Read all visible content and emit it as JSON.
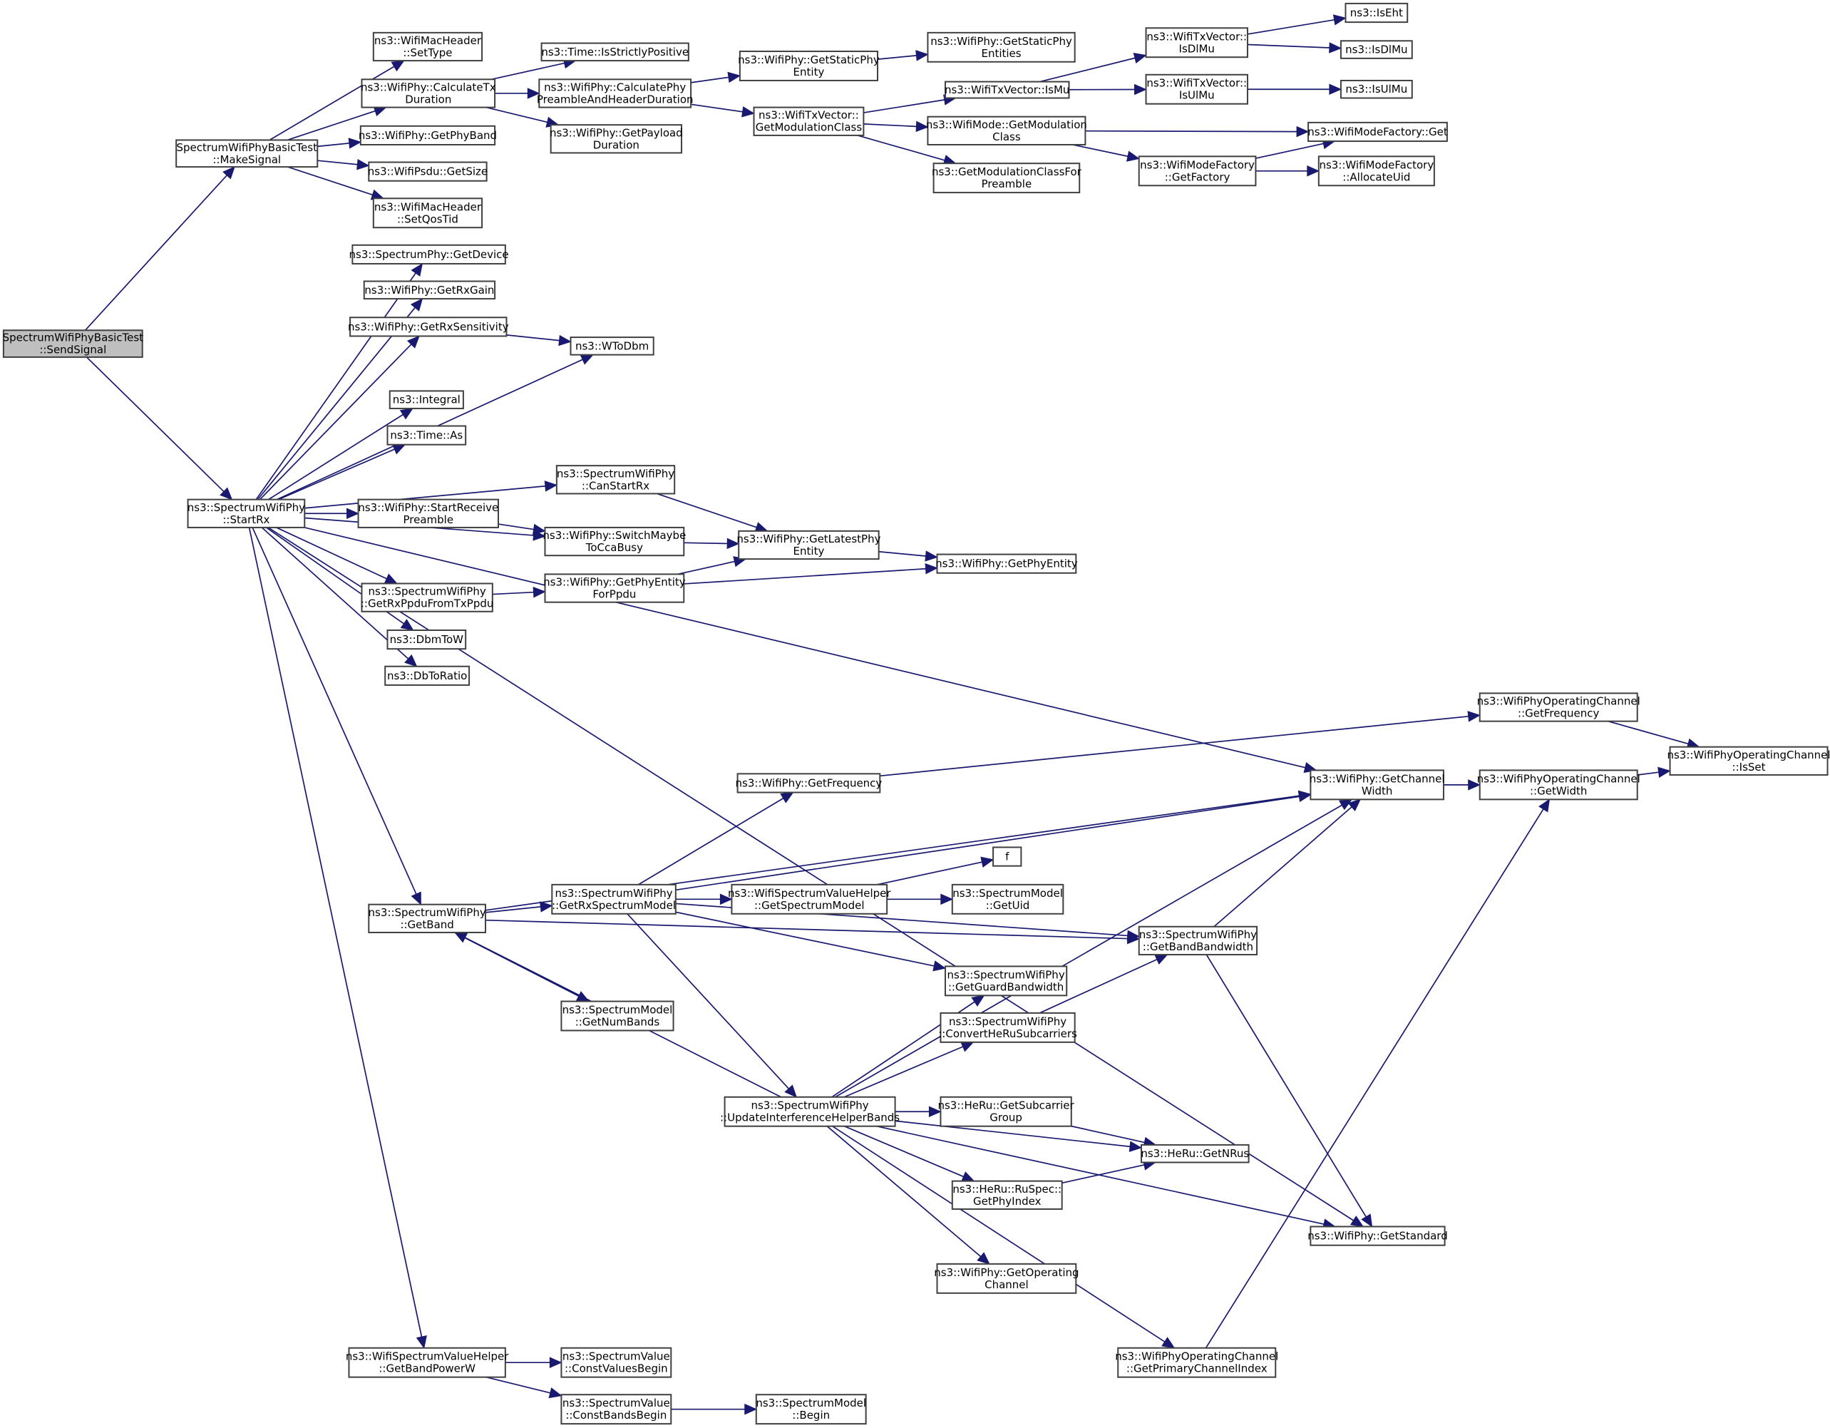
{
  "diagram": {
    "type": "call-graph",
    "root": "sendSignal",
    "colors": {
      "edge": "#191970",
      "node_border": "#404040",
      "node_fill": "#ffffff",
      "root_fill": "#bfbfbf"
    },
    "nodes": [
      {
        "id": "sendSignal",
        "lines": [
          "SpectrumWifiPhyBasicTest",
          "::SendSignal"
        ]
      },
      {
        "id": "makeSignal",
        "lines": [
          "SpectrumWifiPhyBasicTest",
          "::MakeSignal"
        ]
      },
      {
        "id": "setType",
        "lines": [
          "ns3::WifiMacHeader",
          "::SetType"
        ]
      },
      {
        "id": "calcTxDur",
        "lines": [
          "ns3::WifiPhy::CalculateTx",
          "Duration"
        ]
      },
      {
        "id": "getPhyBand",
        "lines": [
          "ns3::WifiPhy::GetPhyBand"
        ]
      },
      {
        "id": "psduGetSize",
        "lines": [
          "ns3::WifiPsdu::GetSize"
        ]
      },
      {
        "id": "setQosTid",
        "lines": [
          "ns3::WifiMacHeader",
          "::SetQosTid"
        ]
      },
      {
        "id": "isStrictlyPos",
        "lines": [
          "ns3::Time::IsStrictlyPositive"
        ]
      },
      {
        "id": "calcPhyPreamble",
        "lines": [
          "ns3::WifiPhy::CalculatePhy",
          "PreambleAndHeaderDuration"
        ]
      },
      {
        "id": "getPayloadDur",
        "lines": [
          "ns3::WifiPhy::GetPayload",
          "Duration"
        ]
      },
      {
        "id": "getStaticPhyEntity",
        "lines": [
          "ns3::WifiPhy::GetStaticPhy",
          "Entity"
        ]
      },
      {
        "id": "txvGetModClass",
        "lines": [
          "ns3::WifiTxVector::",
          "GetModulationClass"
        ]
      },
      {
        "id": "getStaticPhyEntities",
        "lines": [
          "ns3::WifiPhy::GetStaticPhy",
          "Entities"
        ]
      },
      {
        "id": "txvIsMu",
        "lines": [
          "ns3::WifiTxVector::IsMu"
        ]
      },
      {
        "id": "modeGetModClass",
        "lines": [
          "ns3::WifiMode::GetModulation",
          "Class"
        ]
      },
      {
        "id": "getModClassForPreamble",
        "lines": [
          "ns3::GetModulationClassFor",
          "Preamble"
        ]
      },
      {
        "id": "txvIsDlMu",
        "lines": [
          "ns3::WifiTxVector::",
          "IsDlMu"
        ]
      },
      {
        "id": "txvIsUlMu",
        "lines": [
          "ns3::WifiTxVector::",
          "IsUlMu"
        ]
      },
      {
        "id": "getFactory",
        "lines": [
          "ns3::WifiModeFactory",
          "::GetFactory"
        ]
      },
      {
        "id": "isEht",
        "lines": [
          "ns3::IsEht"
        ]
      },
      {
        "id": "isDlMu",
        "lines": [
          "ns3::IsDlMu"
        ]
      },
      {
        "id": "isUlMu",
        "lines": [
          "ns3::IsUlMu"
        ]
      },
      {
        "id": "factoryGet",
        "lines": [
          "ns3::WifiModeFactory::Get"
        ]
      },
      {
        "id": "allocateUid",
        "lines": [
          "ns3::WifiModeFactory",
          "::AllocateUid"
        ]
      },
      {
        "id": "startRx",
        "lines": [
          "ns3::SpectrumWifiPhy",
          "::StartRx"
        ]
      },
      {
        "id": "getDevice",
        "lines": [
          "ns3::SpectrumPhy::GetDevice"
        ]
      },
      {
        "id": "getRxGain",
        "lines": [
          "ns3::WifiPhy::GetRxGain"
        ]
      },
      {
        "id": "getRxSens",
        "lines": [
          "ns3::WifiPhy::GetRxSensitivity"
        ]
      },
      {
        "id": "wToDbm",
        "lines": [
          "ns3::WToDbm"
        ]
      },
      {
        "id": "integral",
        "lines": [
          "ns3::Integral"
        ]
      },
      {
        "id": "timeAs",
        "lines": [
          "ns3::Time::As"
        ]
      },
      {
        "id": "canStartRx",
        "lines": [
          "ns3::SpectrumWifiPhy",
          "::CanStartRx"
        ]
      },
      {
        "id": "startRecvPreamble",
        "lines": [
          "ns3::WifiPhy::StartReceive",
          "Preamble"
        ]
      },
      {
        "id": "switchMaybeCca",
        "lines": [
          "ns3::WifiPhy::SwitchMaybe",
          "ToCcaBusy"
        ]
      },
      {
        "id": "getLatestPhyEntity",
        "lines": [
          "ns3::WifiPhy::GetLatestPhy",
          "Entity"
        ]
      },
      {
        "id": "getPhyEntity",
        "lines": [
          "ns3::WifiPhy::GetPhyEntity"
        ]
      },
      {
        "id": "getRxPpdu",
        "lines": [
          "ns3::SpectrumWifiPhy",
          "::GetRxPpduFromTxPpdu"
        ]
      },
      {
        "id": "getPhyEntityForPpdu",
        "lines": [
          "ns3::WifiPhy::GetPhyEntity",
          "ForPpdu"
        ]
      },
      {
        "id": "dbmToW",
        "lines": [
          "ns3::DbmToW"
        ]
      },
      {
        "id": "dbToRatio",
        "lines": [
          "ns3::DbToRatio"
        ]
      },
      {
        "id": "opGetFrequency",
        "lines": [
          "ns3::WifiPhyOperatingChannel",
          "::GetFrequency"
        ]
      },
      {
        "id": "opIsSet",
        "lines": [
          "ns3::WifiPhyOperatingChannel",
          "::IsSet"
        ]
      },
      {
        "id": "phyGetFrequency",
        "lines": [
          "ns3::WifiPhy::GetFrequency"
        ]
      },
      {
        "id": "getChannelWidth",
        "lines": [
          "ns3::WifiPhy::GetChannel",
          "Width"
        ]
      },
      {
        "id": "opGetWidth",
        "lines": [
          "ns3::WifiPhyOperatingChannel",
          "::GetWidth"
        ]
      },
      {
        "id": "fNode",
        "lines": [
          "f"
        ]
      },
      {
        "id": "getBand",
        "lines": [
          "ns3::SpectrumWifiPhy",
          "::GetBand"
        ]
      },
      {
        "id": "getRxSpecModel",
        "lines": [
          "ns3::SpectrumWifiPhy",
          "::GetRxSpectrumModel"
        ]
      },
      {
        "id": "wsvhGetSpecModel",
        "lines": [
          "ns3::WifiSpectrumValueHelper",
          "::GetSpectrumModel"
        ]
      },
      {
        "id": "smGetUid",
        "lines": [
          "ns3::SpectrumModel",
          "::GetUid"
        ]
      },
      {
        "id": "getBandBandwidth",
        "lines": [
          "ns3::SpectrumWifiPhy",
          "::GetBandBandwidth"
        ]
      },
      {
        "id": "getGuardBandwidth",
        "lines": [
          "ns3::SpectrumWifiPhy",
          "::GetGuardBandwidth"
        ]
      },
      {
        "id": "smGetNumBands",
        "lines": [
          "ns3::SpectrumModel",
          "::GetNumBands"
        ]
      },
      {
        "id": "convertHeRu",
        "lines": [
          "ns3::SpectrumWifiPhy",
          "::ConvertHeRuSubcarriers"
        ]
      },
      {
        "id": "updateIHB",
        "lines": [
          "ns3::SpectrumWifiPhy",
          "::UpdateInterferenceHelperBands"
        ]
      },
      {
        "id": "getSubcarrierGroup",
        "lines": [
          "ns3::HeRu::GetSubcarrier",
          "Group"
        ]
      },
      {
        "id": "getNRus",
        "lines": [
          "ns3::HeRu::GetNRus"
        ]
      },
      {
        "id": "getPhyIndex",
        "lines": [
          "ns3::HeRu::RuSpec::",
          "GetPhyIndex"
        ]
      },
      {
        "id": "getStandard",
        "lines": [
          "ns3::WifiPhy::GetStandard"
        ]
      },
      {
        "id": "getOperatingChannel",
        "lines": [
          "ns3::WifiPhy::GetOperating",
          "Channel"
        ]
      },
      {
        "id": "getPrimaryChIdx",
        "lines": [
          "ns3::WifiPhyOperatingChannel",
          "::GetPrimaryChannelIndex"
        ]
      },
      {
        "id": "getBandPowerW",
        "lines": [
          "ns3::WifiSpectrumValueHelper",
          "::GetBandPowerW"
        ]
      },
      {
        "id": "constValuesBegin",
        "lines": [
          "ns3::SpectrumValue",
          "::ConstValuesBegin"
        ]
      },
      {
        "id": "constBandsBegin",
        "lines": [
          "ns3::SpectrumValue",
          "::ConstBandsBegin"
        ]
      },
      {
        "id": "smBegin",
        "lines": [
          "ns3::SpectrumModel",
          "::Begin"
        ]
      }
    ],
    "edges": [
      [
        "sendSignal",
        "makeSignal"
      ],
      [
        "sendSignal",
        "startRx"
      ],
      [
        "makeSignal",
        "setType"
      ],
      [
        "makeSignal",
        "calcTxDur"
      ],
      [
        "makeSignal",
        "getPhyBand"
      ],
      [
        "makeSignal",
        "psduGetSize"
      ],
      [
        "makeSignal",
        "setQosTid"
      ],
      [
        "calcTxDur",
        "isStrictlyPos"
      ],
      [
        "calcTxDur",
        "calcPhyPreamble"
      ],
      [
        "calcTxDur",
        "getPayloadDur"
      ],
      [
        "calcPhyPreamble",
        "getStaticPhyEntity"
      ],
      [
        "calcPhyPreamble",
        "txvGetModClass"
      ],
      [
        "getStaticPhyEntity",
        "getStaticPhyEntities"
      ],
      [
        "txvGetModClass",
        "txvIsMu"
      ],
      [
        "txvGetModClass",
        "modeGetModClass"
      ],
      [
        "txvGetModClass",
        "getModClassForPreamble"
      ],
      [
        "txvIsMu",
        "txvIsDlMu"
      ],
      [
        "txvIsMu",
        "txvIsUlMu"
      ],
      [
        "txvIsDlMu",
        "isEht"
      ],
      [
        "txvIsDlMu",
        "isDlMu"
      ],
      [
        "txvIsUlMu",
        "isUlMu"
      ],
      [
        "modeGetModClass",
        "factoryGet"
      ],
      [
        "modeGetModClass",
        "getFactory"
      ],
      [
        "getFactory",
        "factoryGet"
      ],
      [
        "getFactory",
        "allocateUid"
      ],
      [
        "startRx",
        "getDevice"
      ],
      [
        "startRx",
        "getRxGain"
      ],
      [
        "startRx",
        "getRxSens"
      ],
      [
        "startRx",
        "wToDbm"
      ],
      [
        "startRx",
        "integral"
      ],
      [
        "startRx",
        "timeAs"
      ],
      [
        "startRx",
        "canStartRx"
      ],
      [
        "startRx",
        "startRecvPreamble"
      ],
      [
        "startRx",
        "switchMaybeCca"
      ],
      [
        "startRx",
        "getRxPpdu"
      ],
      [
        "startRx",
        "dbmToW"
      ],
      [
        "startRx",
        "dbToRatio"
      ],
      [
        "startRx",
        "getChannelWidth"
      ],
      [
        "startRx",
        "getBand"
      ],
      [
        "startRx",
        "getStandard"
      ],
      [
        "startRx",
        "getBandPowerW"
      ],
      [
        "getRxSens",
        "wToDbm"
      ],
      [
        "canStartRx",
        "getLatestPhyEntity"
      ],
      [
        "startRecvPreamble",
        "switchMaybeCca"
      ],
      [
        "switchMaybeCca",
        "getLatestPhyEntity"
      ],
      [
        "getLatestPhyEntity",
        "getPhyEntity"
      ],
      [
        "getRxPpdu",
        "getPhyEntityForPpdu"
      ],
      [
        "getPhyEntityForPpdu",
        "getLatestPhyEntity"
      ],
      [
        "getPhyEntityForPpdu",
        "getPhyEntity"
      ],
      [
        "opGetFrequency",
        "opIsSet"
      ],
      [
        "opGetWidth",
        "opIsSet"
      ],
      [
        "getChannelWidth",
        "opGetWidth"
      ],
      [
        "phyGetFrequency",
        "opGetFrequency"
      ],
      [
        "getBand",
        "getChannelWidth"
      ],
      [
        "getBand",
        "getRxSpecModel"
      ],
      [
        "getBand",
        "getBandBandwidth"
      ],
      [
        "getBand",
        "smGetNumBands"
      ],
      [
        "getRxSpecModel",
        "phyGetFrequency"
      ],
      [
        "getRxSpecModel",
        "getChannelWidth"
      ],
      [
        "getRxSpecModel",
        "getBandBandwidth"
      ],
      [
        "getRxSpecModel",
        "wsvhGetSpecModel"
      ],
      [
        "getRxSpecModel",
        "getGuardBandwidth"
      ],
      [
        "getRxSpecModel",
        "updateIHB"
      ],
      [
        "wsvhGetSpecModel",
        "fNode"
      ],
      [
        "wsvhGetSpecModel",
        "smGetUid"
      ],
      [
        "getBandBandwidth",
        "getChannelWidth"
      ],
      [
        "getBandBandwidth",
        "getStandard"
      ],
      [
        "convertHeRu",
        "getBandBandwidth"
      ],
      [
        "updateIHB",
        "getBand"
      ],
      [
        "updateIHB",
        "getGuardBandwidth"
      ],
      [
        "updateIHB",
        "convertHeRu"
      ],
      [
        "updateIHB",
        "getChannelWidth"
      ],
      [
        "updateIHB",
        "getSubcarrierGroup"
      ],
      [
        "updateIHB",
        "getNRus"
      ],
      [
        "updateIHB",
        "getPhyIndex"
      ],
      [
        "updateIHB",
        "getStandard"
      ],
      [
        "updateIHB",
        "getOperatingChannel"
      ],
      [
        "updateIHB",
        "getPrimaryChIdx"
      ],
      [
        "getSubcarrierGroup",
        "getNRus"
      ],
      [
        "getPhyIndex",
        "getNRus"
      ],
      [
        "getPrimaryChIdx",
        "opGetWidth"
      ],
      [
        "getBandPowerW",
        "constValuesBegin"
      ],
      [
        "getBandPowerW",
        "constBandsBegin"
      ],
      [
        "constBandsBegin",
        "smBegin"
      ]
    ]
  }
}
